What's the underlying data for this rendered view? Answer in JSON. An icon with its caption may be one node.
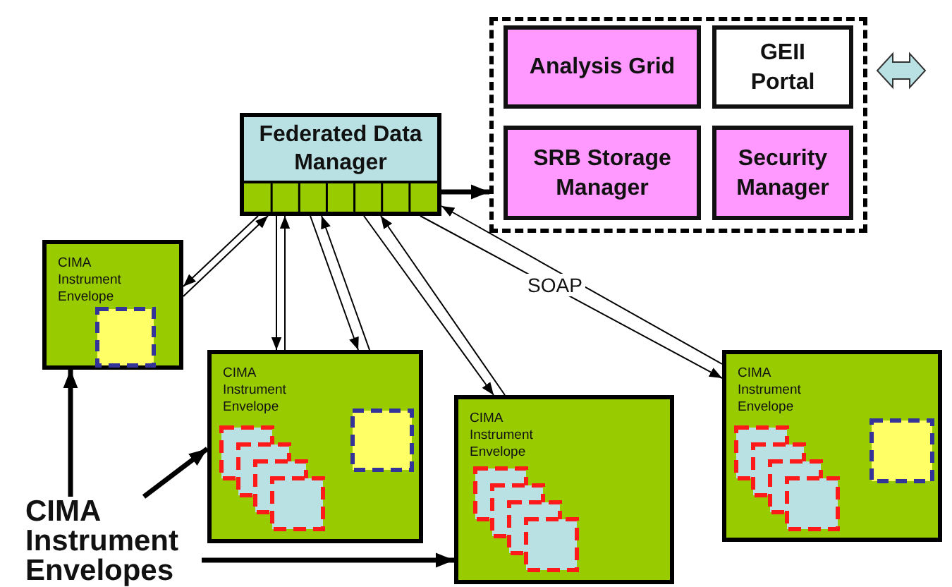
{
  "diagram": {
    "nodes": [
      {
        "text": [
          "Federated Data Manager"
        ]
      },
      {
        "text": [],
        "shape": "box"
      },
      {
        "text": [
          "Analysis Grid"
        ],
        "in": 1
      },
      {
        "text": [
          "GEII Portal"
        ],
        "in": 1
      },
      {
        "text": [
          "SRB Storage Manager"
        ],
        "in": 1
      },
      {
        "text": [
          "Security Manager"
        ],
        "in": 1
      },
      {
        "text": [
          "CIMA Instrument Envelope"
        ]
      },
      {
        "text": [
          "CIMA Instrument Envelope"
        ]
      },
      {
        "text": [
          "CIMA Instrument Envelope"
        ]
      },
      {
        "text": [
          "CIMA Instrument Envelope"
        ]
      },
      {
        "text": [
          "CIMA Instrument Envelopes"
        ]
      }
    ],
    "edges": [
      {
        "from": 0,
        "to": 1,
        "arrow": "to",
        "style": "thick"
      },
      {
        "from": 0,
        "to": 6,
        "arrow": "to"
      },
      {
        "from": 6,
        "to": 0,
        "arrow": "to"
      },
      {
        "from": 0,
        "to": 7,
        "arrow": "to"
      },
      {
        "from": 7,
        "to": 0,
        "arrow": "to"
      },
      {
        "from": 0,
        "to": 7,
        "arrow": "to"
      },
      {
        "from": 7,
        "to": 0,
        "arrow": "to"
      },
      {
        "from": 0,
        "to": 8,
        "arrow": "to"
      },
      {
        "from": 8,
        "to": 0,
        "arrow": "to"
      },
      {
        "from": 0,
        "to": 9,
        "arrow": "to"
      },
      {
        "from": 9,
        "to": 0,
        "arrow": "to",
        "label": "SOAP"
      },
      {
        "from": 10,
        "to": 6,
        "arrow": "to",
        "style": "thick"
      },
      {
        "from": 10,
        "to": 7,
        "arrow": "to",
        "style": "thick"
      },
      {
        "from": 10,
        "to": 8,
        "arrow": "to",
        "style": "thick"
      },
      {
        "from": 1,
        "to": null,
        "arrow": "both",
        "color": "#b9e0e3"
      }
    ]
  }
}
